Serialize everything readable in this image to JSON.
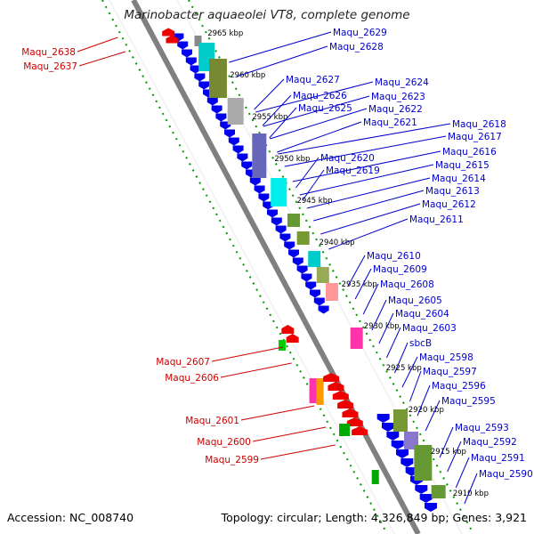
{
  "title": "Marinobacter aquaeolei VT8, complete genome",
  "footer": {
    "accession": "Accession: NC_008740",
    "topology": "Topology: circular; Length: 4,326,849 bp; Genes: 3,921"
  },
  "colors": {
    "forward_gene": "#0000ee",
    "reverse_gene": "#ee0000",
    "forward_label": "#0000cc",
    "reverse_label": "#cc0000",
    "backbone": "#808080",
    "tick_dots": "#009900"
  },
  "kbp_ticks": [
    "2965 kbp",
    "2960 kbp",
    "2955 kbp",
    "2950 kbp",
    "2945 kbp",
    "2940 kbp",
    "2935 kbp",
    "2930 kbp",
    "2925 kbp",
    "2920 kbp",
    "2915 kbp",
    "2910 kbp"
  ],
  "forward_labels": [
    "Maqu_2629",
    "Maqu_2628",
    "Maqu_2627",
    "Maqu_2626",
    "Maqu_2625",
    "Maqu_2624",
    "Maqu_2623",
    "Maqu_2622",
    "Maqu_2621",
    "Maqu_2618",
    "Maqu_2617",
    "Maqu_2616",
    "Maqu_2615",
    "Maqu_2614",
    "Maqu_2613",
    "Maqu_2612",
    "Maqu_2611",
    "Maqu_2620",
    "Maqu_2619",
    "Maqu_2610",
    "Maqu_2609",
    "Maqu_2608",
    "Maqu_2605",
    "Maqu_2604",
    "Maqu_2603",
    "sbcB",
    "Maqu_2598",
    "Maqu_2597",
    "Maqu_2596",
    "Maqu_2595",
    "Maqu_2593",
    "Maqu_2592",
    "Maqu_2591",
    "Maqu_2590"
  ],
  "reverse_labels": [
    "Maqu_2638",
    "Maqu_2637",
    "Maqu_2607",
    "Maqu_2606",
    "Maqu_2601",
    "Maqu_2600",
    "Maqu_2599"
  ]
}
